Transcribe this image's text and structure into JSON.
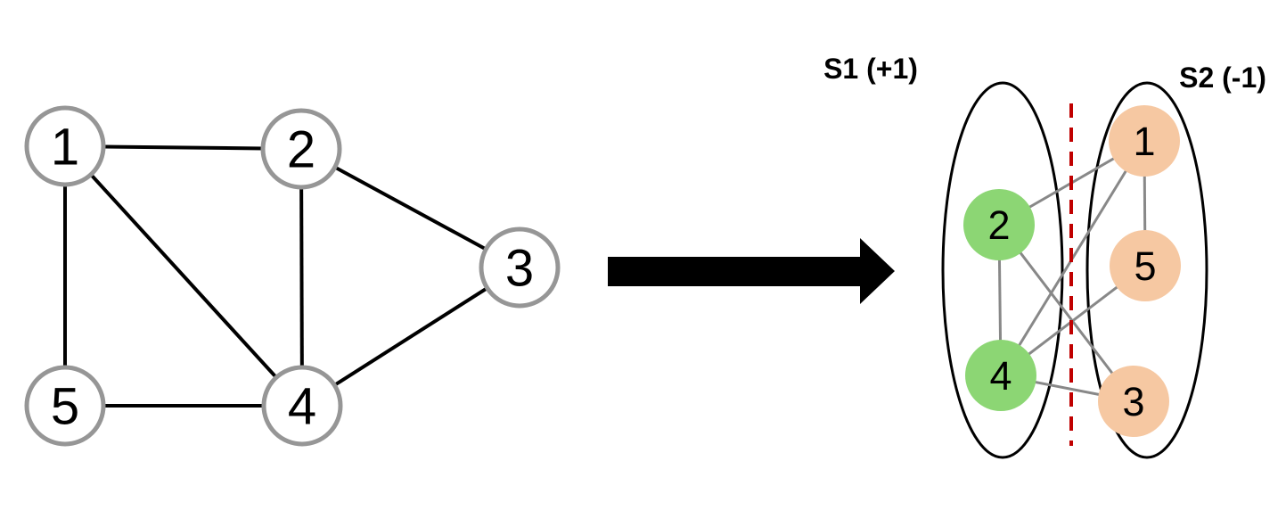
{
  "left_graph": {
    "nodes": [
      {
        "label": "1"
      },
      {
        "label": "2"
      },
      {
        "label": "3"
      },
      {
        "label": "4"
      },
      {
        "label": "5"
      }
    ],
    "edges": [
      "1-2",
      "1-5",
      "1-4",
      "2-4",
      "2-3",
      "3-4",
      "4-5"
    ],
    "node_fill": "#ffffff",
    "node_stroke_color": "#969696",
    "edge_color": "#000000"
  },
  "arrow": {
    "color": "#000000",
    "direction": "right"
  },
  "right_panel": {
    "s1": {
      "label": "S1 (+1)",
      "node_color": "#8CD674",
      "nodes": [
        {
          "label": "2"
        },
        {
          "label": "4"
        }
      ]
    },
    "s2": {
      "label": "S2 (-1)",
      "node_color": "#F6C8A2",
      "nodes": [
        {
          "label": "1"
        },
        {
          "label": "5"
        },
        {
          "label": "3"
        }
      ]
    },
    "edges": [
      "2-4",
      "1-5",
      "1-2",
      "2-3",
      "1-4",
      "4-5",
      "3-4"
    ],
    "edge_color": "#888888",
    "ellipse_stroke_color": "#000000",
    "cut_line_color": "#C00000"
  }
}
